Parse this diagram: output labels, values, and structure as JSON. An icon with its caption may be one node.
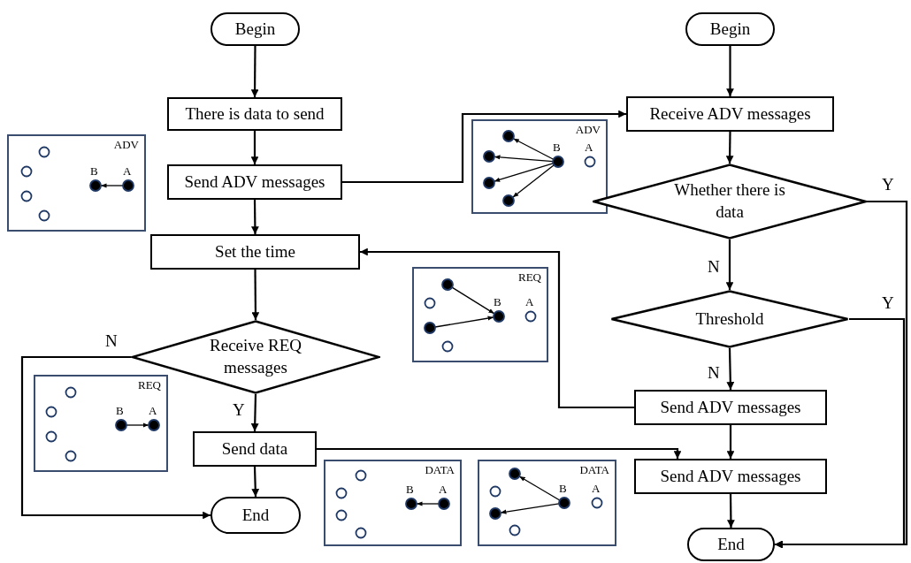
{
  "diagram": {
    "nodes": [
      {
        "text": [
          "Begin"
        ]
      },
      {
        "text": [
          "There is data to send"
        ]
      },
      {
        "text": [
          "Send ADV messages"
        ]
      },
      {
        "text": [
          "Set the time"
        ]
      },
      {
        "text": [
          "Receive REQ messages"
        ]
      },
      {
        "text": [
          "Send data"
        ]
      },
      {
        "text": [
          "End"
        ]
      },
      {
        "text": [
          "Begin"
        ]
      },
      {
        "text": [
          "Receive ADV messages"
        ]
      },
      {
        "text": [
          "Whether there is data"
        ]
      },
      {
        "text": [
          "Threshold"
        ]
      },
      {
        "text": [
          "Send ADV messages"
        ]
      },
      {
        "text": [
          "Send ADV messages"
        ]
      },
      {
        "text": [
          "End"
        ]
      },
      {
        "text": [
          "ADV",
          "B",
          "A"
        ]
      },
      {
        "text": [
          "ADV",
          "B",
          "A"
        ]
      },
      {
        "text": [
          "REQ",
          "B",
          "A"
        ]
      },
      {
        "text": [
          "REQ",
          "B",
          "A"
        ]
      },
      {
        "text": [
          "DATA",
          "B",
          "A"
        ]
      },
      {
        "text": [
          "DATA",
          "B",
          "A"
        ]
      }
    ],
    "edges": [
      {
        "from": 0,
        "to": 1,
        "arrow": "to"
      },
      {
        "from": 1,
        "to": 2,
        "arrow": "to"
      },
      {
        "from": 2,
        "to": 3,
        "arrow": "to"
      },
      {
        "from": 3,
        "to": 4,
        "arrow": "to"
      },
      {
        "from": 4,
        "to": 5,
        "arrow": "to",
        "label": "Y"
      },
      {
        "from": 5,
        "to": 6,
        "arrow": "to"
      },
      {
        "from": 4,
        "to": 6,
        "arrow": "to",
        "label": "N"
      },
      {
        "from": 2,
        "to": 8,
        "arrow": "to"
      },
      {
        "from": 11,
        "to": 3,
        "arrow": "to"
      },
      {
        "from": 5,
        "to": 12,
        "arrow": "to"
      },
      {
        "from": 7,
        "to": 8,
        "arrow": "to"
      },
      {
        "from": 8,
        "to": 9,
        "arrow": "to"
      },
      {
        "from": 9,
        "to": 10,
        "arrow": "to",
        "label": "N"
      },
      {
        "from": 10,
        "to": 11,
        "arrow": "to",
        "label": "N"
      },
      {
        "from": 11,
        "to": 12,
        "arrow": "to"
      },
      {
        "from": 12,
        "to": 13,
        "arrow": "to"
      },
      {
        "from": 9,
        "to": 13,
        "arrow": "to",
        "label": "Y"
      },
      {
        "from": 10,
        "to": 13,
        "arrow": "to",
        "label": "Y"
      }
    ]
  }
}
